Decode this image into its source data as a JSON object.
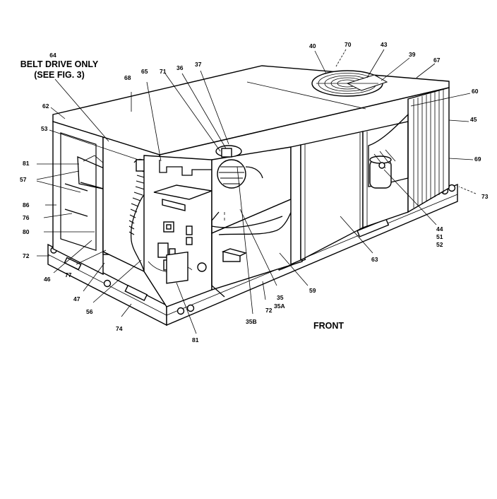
{
  "diagram": {
    "callouts": {
      "c64": "64",
      "belt_line1": "BELT DRIVE ONLY",
      "belt_line2": "(SEE FIG. 3)",
      "c68": "68",
      "c65": "65",
      "c71": "71",
      "c36": "36",
      "c37": "37",
      "c40": "40",
      "c70": "70",
      "c43": "43",
      "c39": "39",
      "c67": "67",
      "c60_top": "60",
      "c45": "45",
      "c69": "69",
      "c73": "73",
      "c62": "62",
      "c53": "53",
      "c81_top": "81",
      "c57": "57",
      "c86": "86",
      "c76": "76",
      "c80": "80",
      "c72_left": "72",
      "c46": "46",
      "c77": "77",
      "c47": "47",
      "c56": "56",
      "c74": "74",
      "c81_bottom": "81",
      "c35B": "35B",
      "c72_bottom": "72",
      "c35": "35",
      "c35A": "35A",
      "c59": "59",
      "c63": "63",
      "c44": "44",
      "c51": "51",
      "c52": "52",
      "front": "FRONT"
    }
  }
}
